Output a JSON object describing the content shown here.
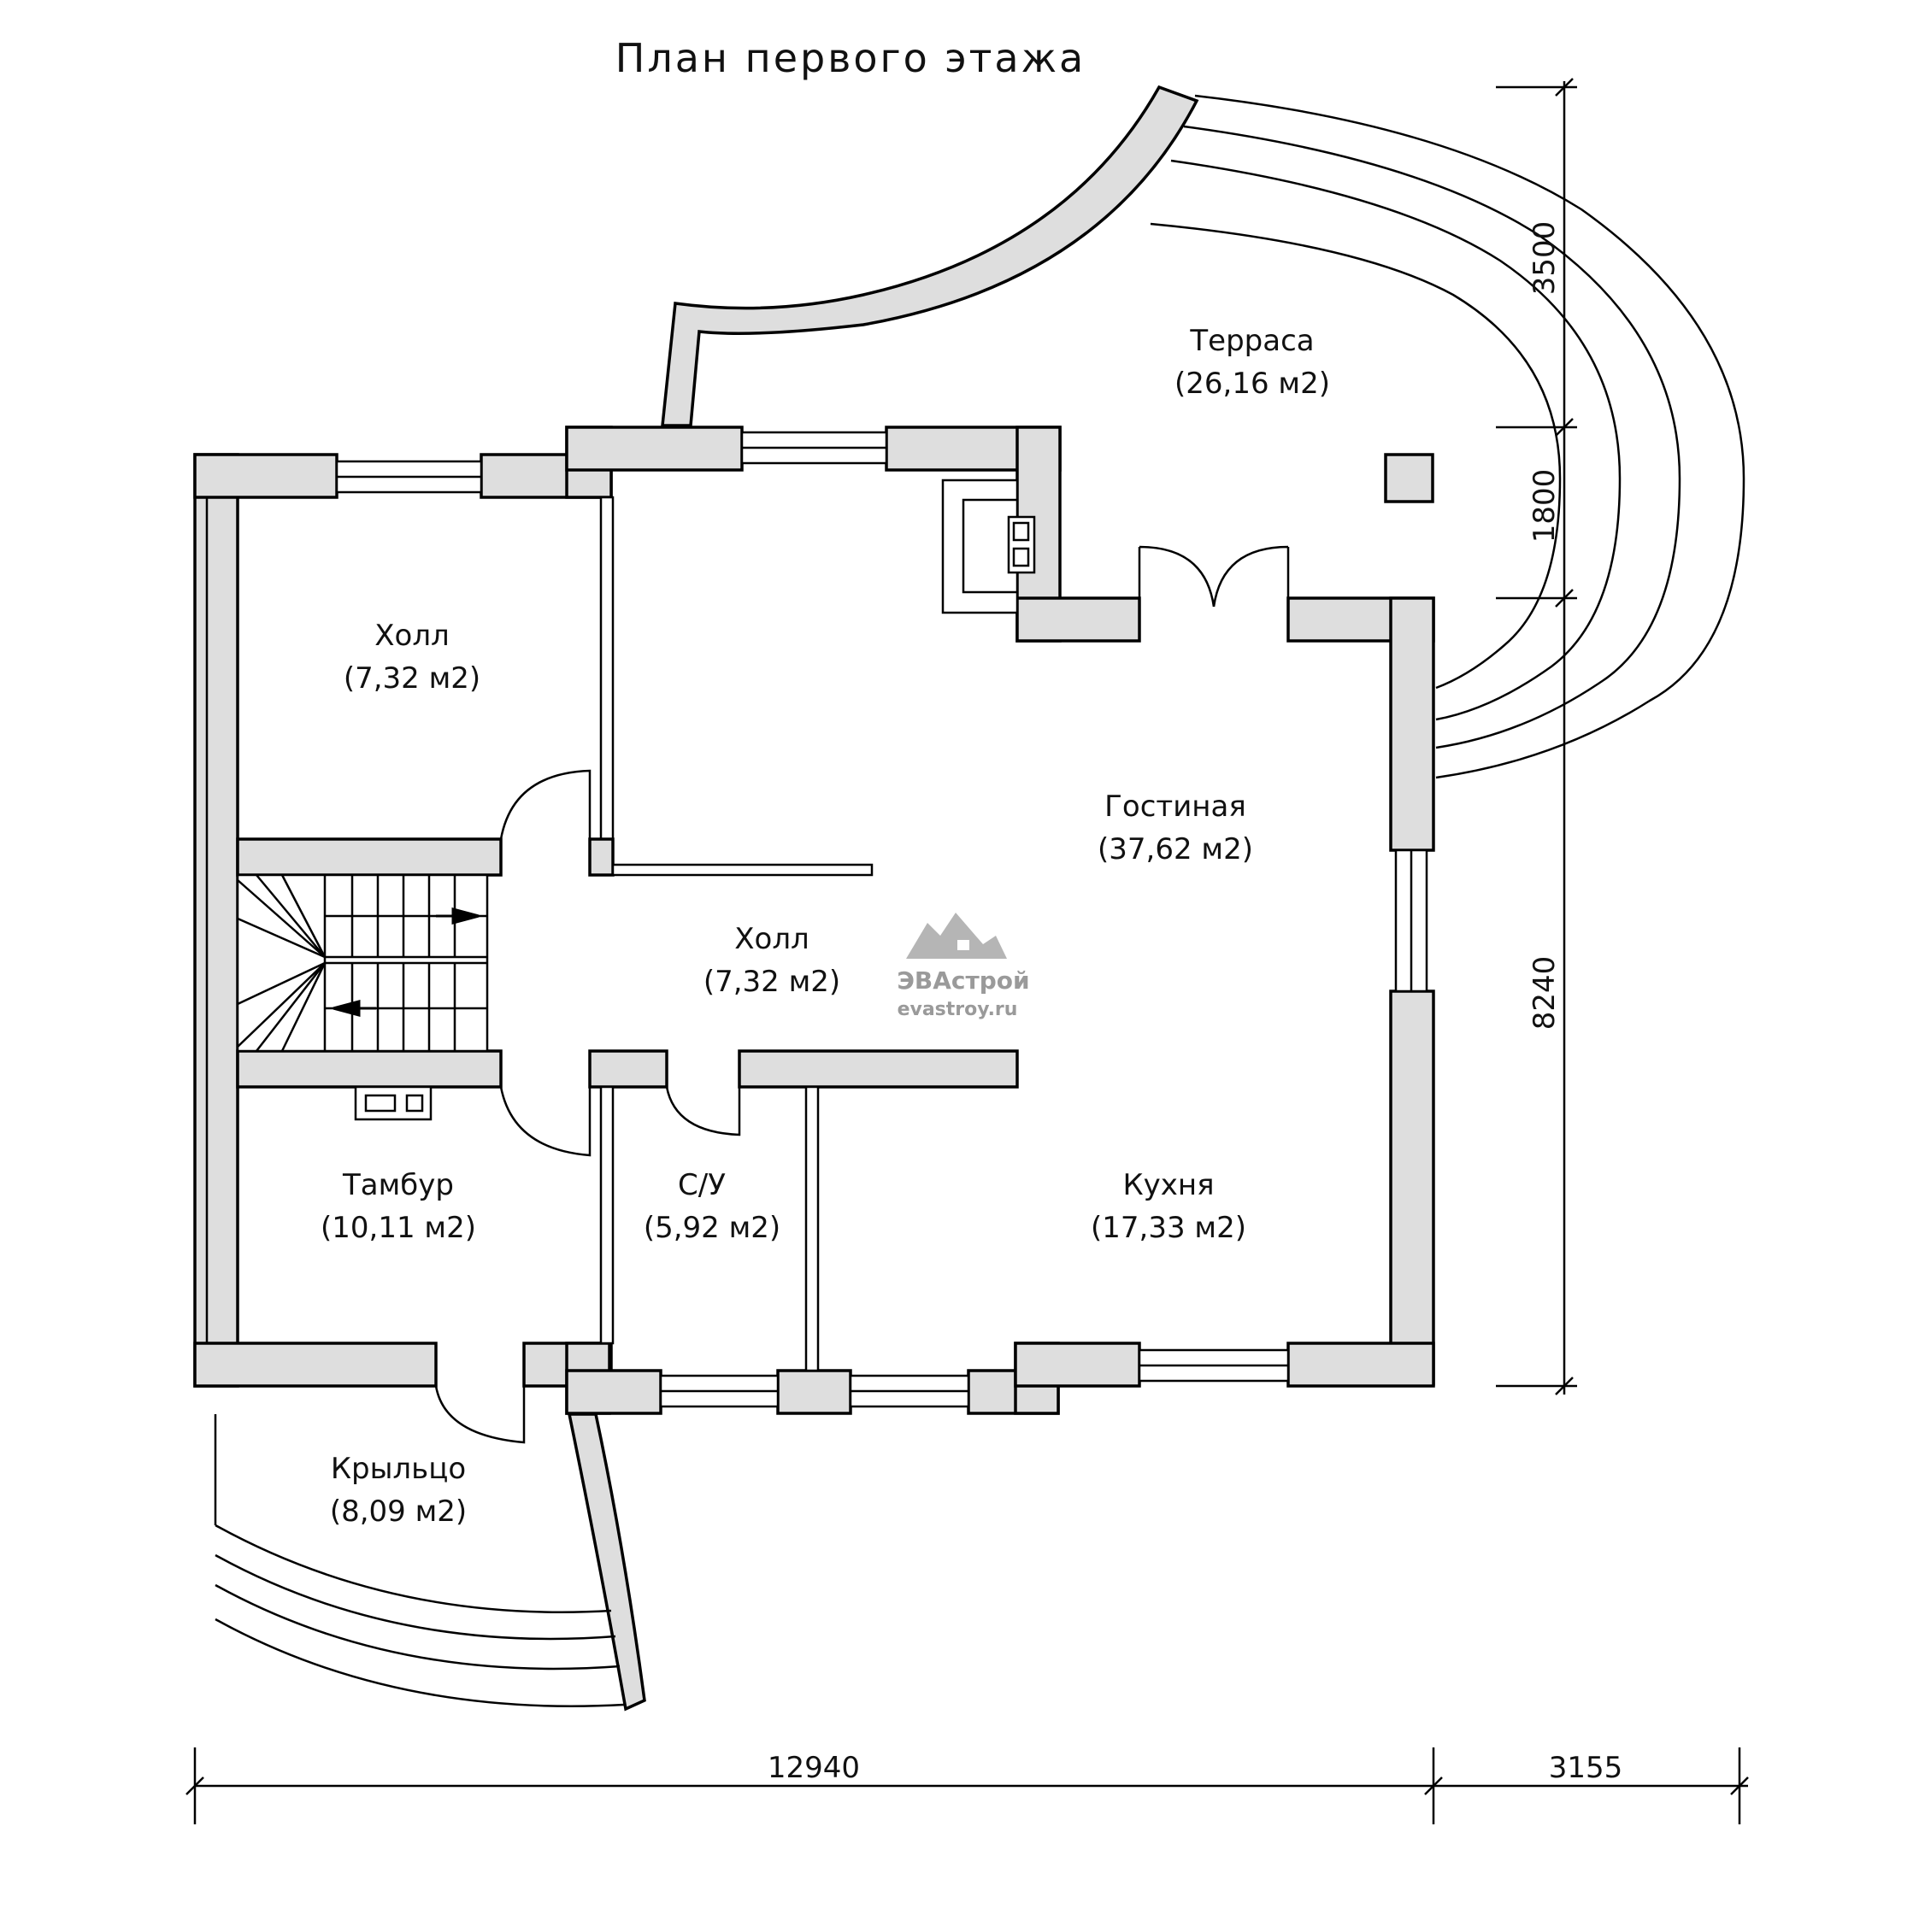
{
  "title": "План первого этажа",
  "rooms": {
    "terrace": {
      "name": "Терраса",
      "area": "(26,16 м2)"
    },
    "hall_top": {
      "name": "Холл",
      "area": "(7,32 м2)"
    },
    "living": {
      "name": "Гостиная",
      "area": "(37,62 м2)"
    },
    "hall_mid": {
      "name": "Холл",
      "area": "(7,32 м2)"
    },
    "tambur": {
      "name": "Тамбур",
      "area": "(10,11 м2)"
    },
    "wc": {
      "name": "С/У",
      "area": "(5,92 м2)"
    },
    "kitchen": {
      "name": "Кухня",
      "area": "(17,33 м2)"
    },
    "porch": {
      "name": "Крыльцо",
      "area": "(8,09 м2)"
    }
  },
  "dimensions": {
    "bottom_main": "12940",
    "bottom_side": "3155",
    "right_top": "3500",
    "right_mid": "1800",
    "right_bottom": "8240"
  },
  "watermark": {
    "brand": "ЭВАстрой",
    "site": "evastroy.ru"
  }
}
